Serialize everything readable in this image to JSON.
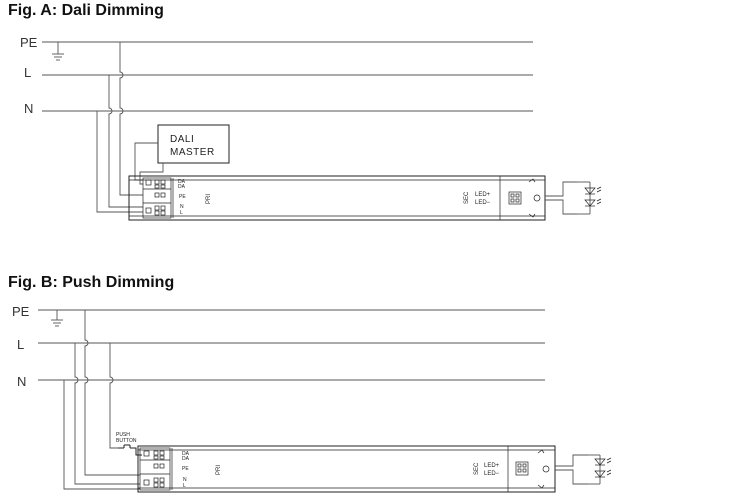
{
  "figures": [
    {
      "title": "Fig. A: Dali Dimming",
      "rails": {
        "pe": "PE",
        "l": "L",
        "n": "N"
      },
      "controller_lines": [
        "DALI",
        "MASTER"
      ],
      "driver": {
        "terminals": [
          "DA",
          "DA",
          "PE",
          "N",
          "L"
        ],
        "pri": "PRI",
        "sec": "SEC",
        "outputs": [
          "LED+",
          "LED−"
        ]
      }
    },
    {
      "title": "Fig. B: Push Dimming",
      "rails": {
        "pe": "PE",
        "l": "L",
        "n": "N"
      },
      "controller_lines": [
        "PUSH",
        "BUTTON"
      ],
      "driver": {
        "terminals": [
          "DA",
          "DA",
          "PE",
          "N",
          "L"
        ],
        "pri": "PRI",
        "sec": "SEC",
        "outputs": [
          "LED+",
          "LED−"
        ]
      }
    }
  ],
  "icons": [
    "ground-icon",
    "led-icon"
  ]
}
